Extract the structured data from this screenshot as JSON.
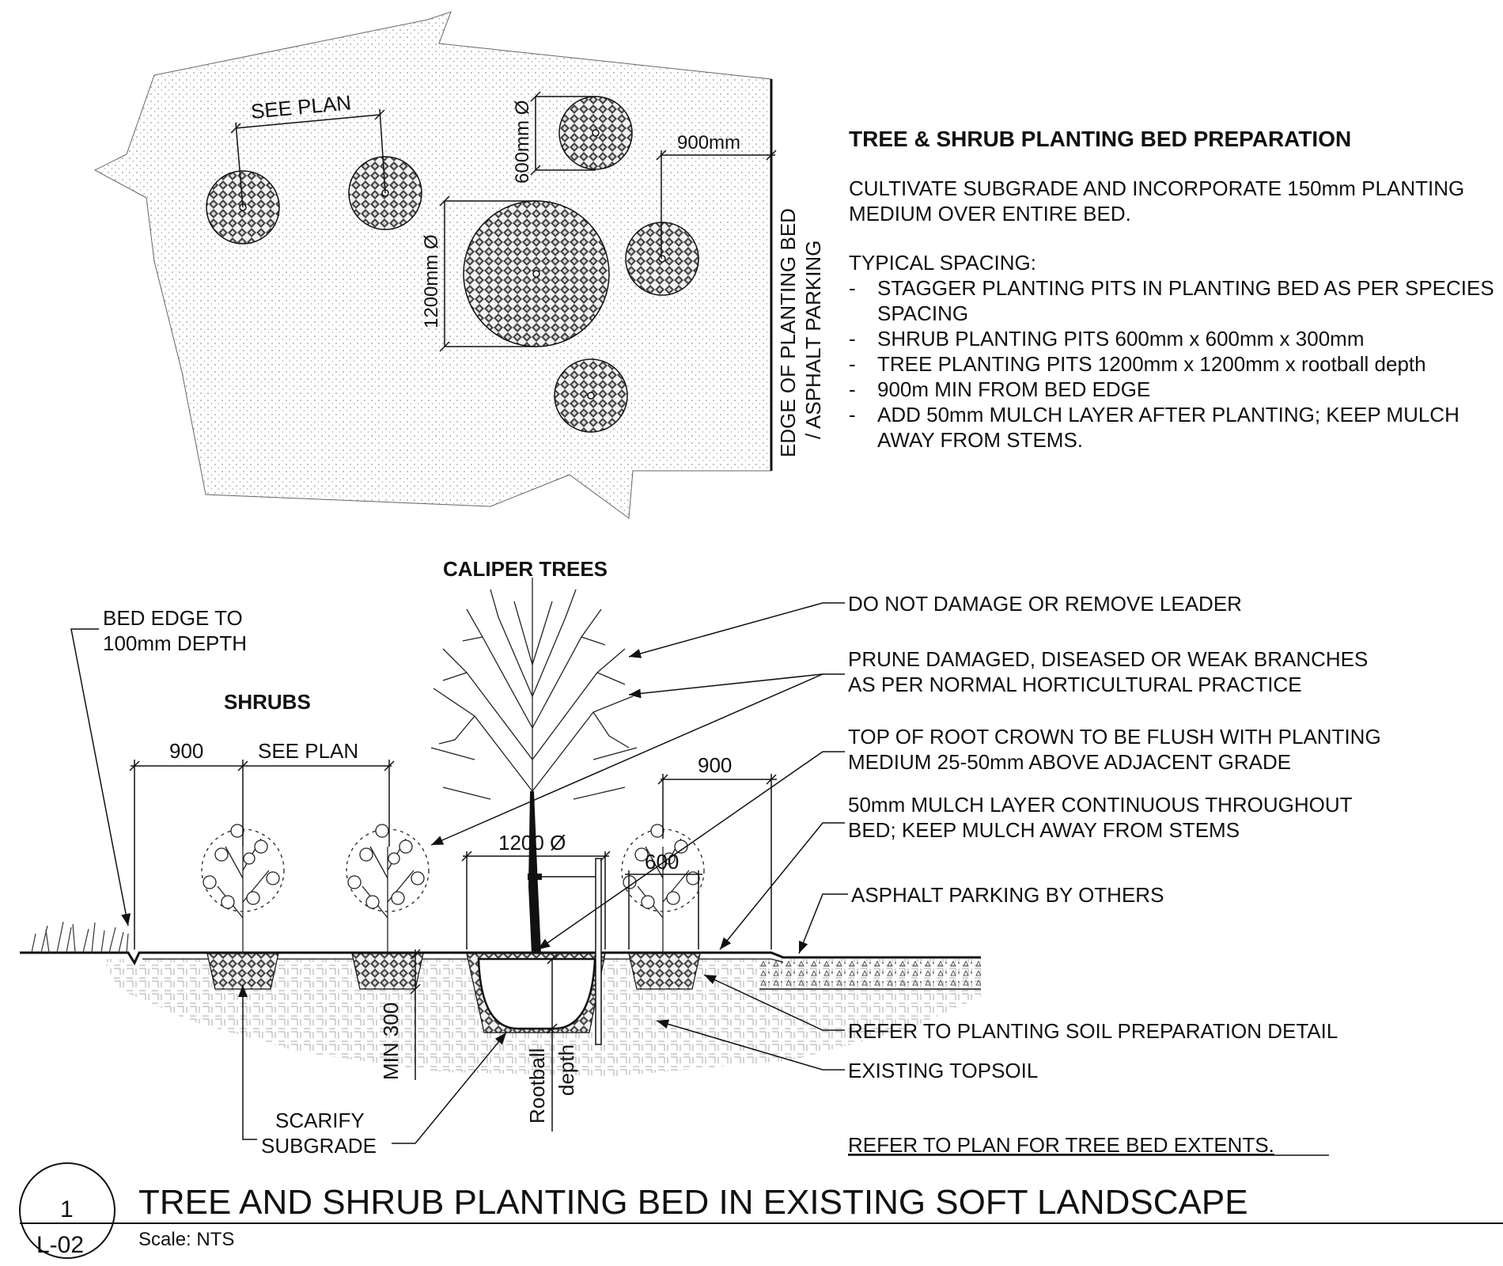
{
  "plan": {
    "see_plan": "SEE PLAN",
    "dim_600": "600mm Ø",
    "dim_900": "900mm",
    "dim_1200": "1200mm Ø",
    "edge_line1": "EDGE OF PLANTING BED",
    "edge_line2": "/ ASPHALT PARKING"
  },
  "notes": {
    "heading": "TREE & SHRUB PLANTING BED PREPARATION",
    "para": "CULTIVATE SUBGRADE AND INCORPORATE 150mm PLANTING MEDIUM OVER ENTIRE BED.",
    "spacing_label": "TYPICAL SPACING:",
    "items": [
      "STAGGER PLANTING PITS IN PLANTING BED AS PER SPECIES SPACING",
      "SHRUB PLANTING PITS 600mm x 600mm x 300mm",
      "TREE PLANTING PITS 1200mm x 1200mm x rootball depth",
      "900m MIN FROM BED EDGE",
      "ADD  50mm MULCH LAYER AFTER PLANTING; KEEP MULCH AWAY FROM STEMS."
    ]
  },
  "section": {
    "caliper_trees": "CALIPER TREES",
    "shrubs": "SHRUBS",
    "bed_edge_1": "BED EDGE TO",
    "bed_edge_2": "100mm DEPTH",
    "dim_900_left": "900",
    "see_plan": "SEE PLAN",
    "dim_900_right": "900",
    "dim_1200": "1200 Ø",
    "dim_600": "600",
    "min_300": "MIN 300",
    "rootball": "Rootball",
    "depth": "depth",
    "scarify_1": "SCARIFY",
    "scarify_2": "SUBGRADE",
    "callouts": {
      "leader": "DO NOT DAMAGE OR REMOVE LEADER",
      "prune_1": "PRUNE DAMAGED, DISEASED OR WEAK BRANCHES",
      "prune_2": "AS PER NORMAL HORTICULTURAL PRACTICE",
      "crown_1": "TOP OF ROOT CROWN TO BE FLUSH WITH PLANTING",
      "crown_2": "MEDIUM 25-50mm ABOVE ADJACENT GRADE",
      "mulch_1": "50mm MULCH LAYER CONTINUOUS THROUGHOUT",
      "mulch_2": "BED; KEEP MULCH AWAY FROM STEMS",
      "asphalt": "ASPHALT PARKING BY OTHERS",
      "soil_prep": "REFER TO PLANTING SOIL PREPARATION DETAIL",
      "topsoil": "EXISTING TOPSOIL",
      "refer_plan": "REFER TO PLAN FOR TREE BED EXTENTS."
    }
  },
  "title_block": {
    "detail_no": "1",
    "sheet": "L-02",
    "title": "TREE AND SHRUB PLANTING BED IN EXISTING SOFT LANDSCAPE",
    "scale": "Scale: NTS"
  },
  "colors": {
    "ink": "#111111",
    "hatch": "#9a9a9a",
    "tree_hatch": "#555555"
  }
}
